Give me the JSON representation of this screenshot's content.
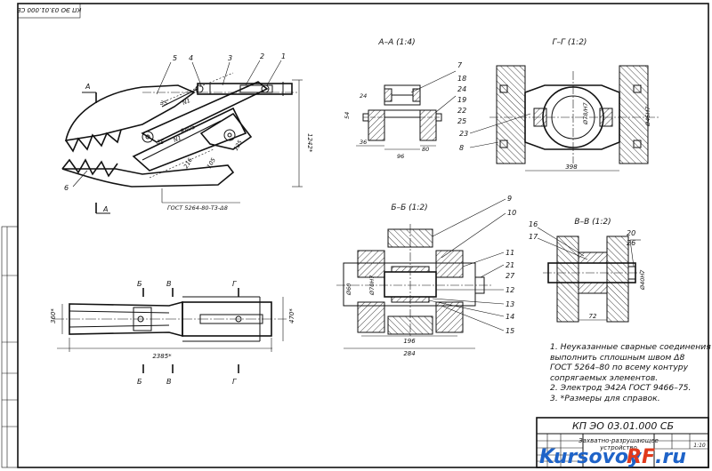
{
  "stamp": {
    "code": "КП ЭО 03.01.000 СБ",
    "code_rotated": "КП ЭО 03.01.000 СБ",
    "title_line1": "Захватно-разрушающее",
    "title_line2": "устройство",
    "scale": "1:10"
  },
  "sections": {
    "aa": "А–А (1:4)",
    "gg": "Г–Г (1:2)",
    "bb": "Б–Б (1:2)",
    "vv": "В–В (1:2)"
  },
  "main_view": {
    "dims": {
      "r405": "R405",
      "d35a": "35",
      "d35b": "35",
      "n1a": "N1",
      "n1b": "N1",
      "d216": "216",
      "d105": "105",
      "d125": "125",
      "d1242": "1242*"
    },
    "gost_weld": "ГОСТ 5264-80-Т3-Δ8",
    "leaders": [
      "5",
      "4",
      "3",
      "2",
      "1",
      "6"
    ],
    "cut_a": "А"
  },
  "plan_view": {
    "dims": {
      "d2385": "2385*",
      "d360": "360*",
      "d470": "470*"
    },
    "cuts": [
      "Б",
      "В",
      "Г"
    ]
  },
  "aa_view": {
    "dims": {
      "d24": "24",
      "d54": "54",
      "d36": "36",
      "d96": "96",
      "d80": "80"
    },
    "leaders": [
      "7",
      "18",
      "24",
      "19",
      "22",
      "25"
    ]
  },
  "gg_view": {
    "dims": {
      "d78": "Ø78/Н7",
      "d45": "Ø45Н7",
      "d398": "398"
    },
    "leaders": [
      "23",
      "8"
    ]
  },
  "bb_view": {
    "dims": {
      "d60": "Ø60",
      "d70": "Ø70Н7",
      "d196": "196",
      "d284": "284"
    },
    "leaders": [
      "9",
      "10",
      "11",
      "21",
      "27",
      "12",
      "13",
      "14",
      "15"
    ]
  },
  "vv_view": {
    "dims": {
      "d40": "Ø40Н7",
      "d72": "72"
    },
    "leaders": [
      "16",
      "17",
      "20",
      "26"
    ]
  },
  "notes": [
    "1.  Неуказанные сварные соединения",
    "     выполнить сплошным швом Δ8",
    "     ГОСТ 5264–80 по всему контуру",
    "     сопрягаемых элементов.",
    "2.  Электрод Э42А ГОСТ 9466–75.",
    "3.  *Размеры для справок."
  ],
  "watermark": {
    "left": "Kursovoy",
    "right": "RF",
    "tld": ".ru"
  },
  "colors": {
    "ink": "#111111",
    "wm_blue": "#1e63c8",
    "wm_red": "#e03a1c"
  }
}
